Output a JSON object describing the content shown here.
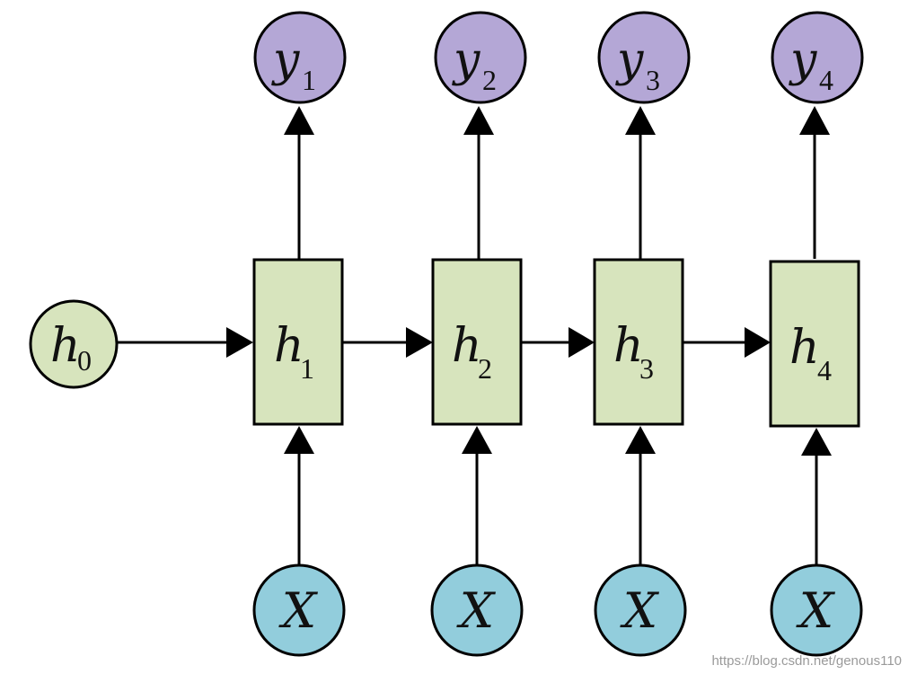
{
  "colors": {
    "input_node_fill": "#92cddc",
    "output_node_fill": "#b4a7d6",
    "hidden_fill": "#d7e4bd",
    "initial_fill": "#d7e4bd",
    "stroke": "#000000"
  },
  "initial_state": {
    "symbol": "h",
    "subscript": "0"
  },
  "steps": [
    {
      "input": "X",
      "hidden_symbol": "h",
      "hidden_subscript": "1",
      "output_symbol": "y",
      "output_subscript": "1"
    },
    {
      "input": "X",
      "hidden_symbol": "h",
      "hidden_subscript": "2",
      "output_symbol": "y",
      "output_subscript": "2"
    },
    {
      "input": "X",
      "hidden_symbol": "h",
      "hidden_subscript": "3",
      "output_symbol": "y",
      "output_subscript": "3"
    },
    {
      "input": "X",
      "hidden_symbol": "h",
      "hidden_subscript": "4",
      "output_symbol": "y",
      "output_subscript": "4"
    }
  ],
  "watermark": "https://blog.csdn.net/genous110"
}
